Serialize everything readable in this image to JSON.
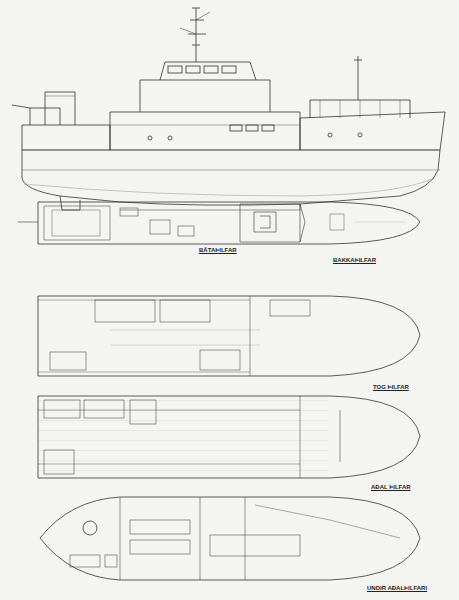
{
  "diagram": {
    "labels": [
      "BÁTAÞILFAR",
      "BAKKAÞILFAR",
      "TOG ÞILFAR",
      "AÐAL ÞILFAR",
      "UNDIR AÐALÞILFARI"
    ]
  }
}
